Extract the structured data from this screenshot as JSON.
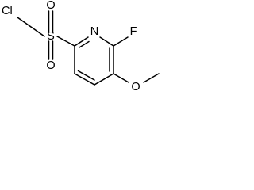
{
  "molecule": {
    "atom_labels": {
      "chlorine": "Cl",
      "sulfur": "S",
      "oxygen_top": "O",
      "oxygen_bottom": "O",
      "ring_nitrogen": "N",
      "fluorine": "F",
      "methoxy_oxygen": "O"
    }
  }
}
